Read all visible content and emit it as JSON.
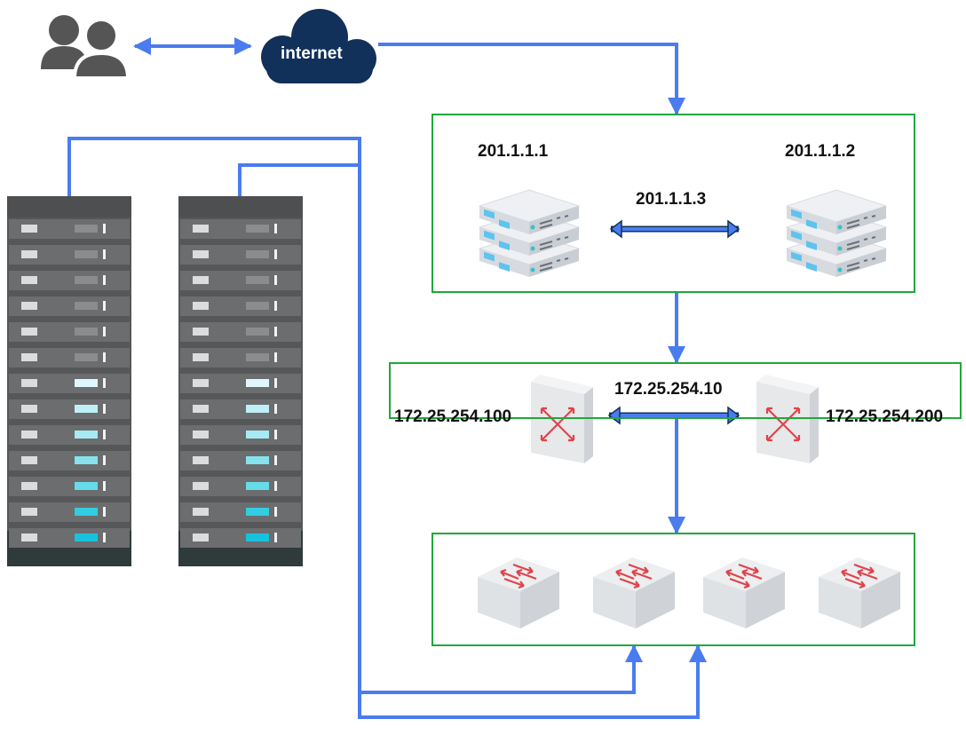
{
  "colors": {
    "line": "#4a7cf0",
    "box_border": "#1fa83a",
    "cloud": "#11305a",
    "users": "#555555",
    "rack_body": "#5a5a5a",
    "rack_base": "#2f3a3a",
    "switch_arrow": "#e0434a"
  },
  "cloud": {
    "label": "internet",
    "icon": "cloud-icon"
  },
  "users": {
    "icon": "users-icon"
  },
  "racks": [
    {
      "icon": "server-rack-icon",
      "units": 13
    },
    {
      "icon": "server-rack-icon",
      "units": 13
    }
  ],
  "server_tier": {
    "left_ip": "201.1.1.1",
    "right_ip": "201.1.1.2",
    "vip": "201.1.1.3",
    "icon": "server-stack-icon"
  },
  "router_tier": {
    "left_ip": "172.25.254.100",
    "right_ip": "172.25.254.200",
    "vip": "172.25.254.10",
    "icon": "router-icon"
  },
  "switch_tier": {
    "count": 4,
    "icon": "switch-icon"
  }
}
